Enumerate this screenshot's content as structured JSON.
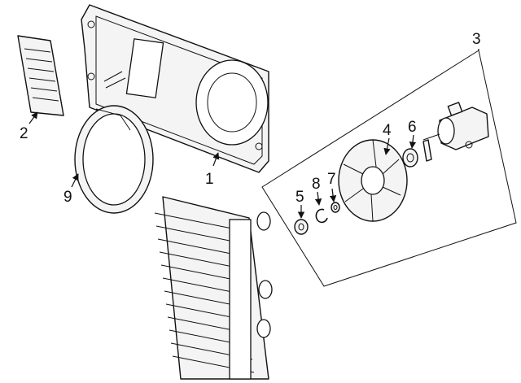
{
  "callouts": [
    {
      "id": "1",
      "label": "1"
    },
    {
      "id": "2",
      "label": "2"
    },
    {
      "id": "3",
      "label": "3"
    },
    {
      "id": "4",
      "label": "4"
    },
    {
      "id": "5",
      "label": "5"
    },
    {
      "id": "6",
      "label": "6"
    },
    {
      "id": "7",
      "label": "7"
    },
    {
      "id": "8",
      "label": "8"
    },
    {
      "id": "9",
      "label": "9"
    }
  ],
  "colors": {
    "line": "#111111",
    "part_fill": "#f4f4f4",
    "background": "#ffffff"
  }
}
